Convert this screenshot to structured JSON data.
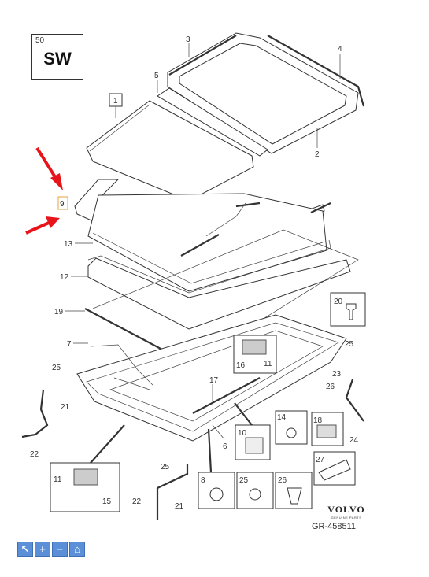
{
  "header": {
    "page_number": "50",
    "code": "SW"
  },
  "callouts": {
    "c1": "1",
    "c2": "2",
    "c3": "3",
    "c4": "4",
    "c5": "5",
    "c6": "6",
    "c7": "7",
    "c8": "8",
    "c9": "9",
    "c10": "10",
    "c11a": "11",
    "c11b": "11",
    "c12": "12",
    "c13": "13",
    "c14": "14",
    "c15": "15",
    "c16": "16",
    "c17": "17",
    "c18": "18",
    "c19": "19",
    "c20": "20",
    "c21a": "21",
    "c21b": "21",
    "c22a": "22",
    "c22b": "22",
    "c23": "23",
    "c24": "24",
    "c25a": "25",
    "c25b": "25",
    "c25c": "25",
    "c25d": "25",
    "c26a": "26",
    "c26b": "26",
    "c27": "27"
  },
  "brand": {
    "name": "VOLVO",
    "subtitle": "GENUINE PARTS"
  },
  "reference": "GR-458511",
  "arrow_color": "#e8141b",
  "toolbar": {
    "buttons": [
      {
        "icon": "pointer-icon"
      },
      {
        "icon": "plus-icon"
      },
      {
        "icon": "minus-icon"
      },
      {
        "icon": "home-icon"
      }
    ]
  }
}
